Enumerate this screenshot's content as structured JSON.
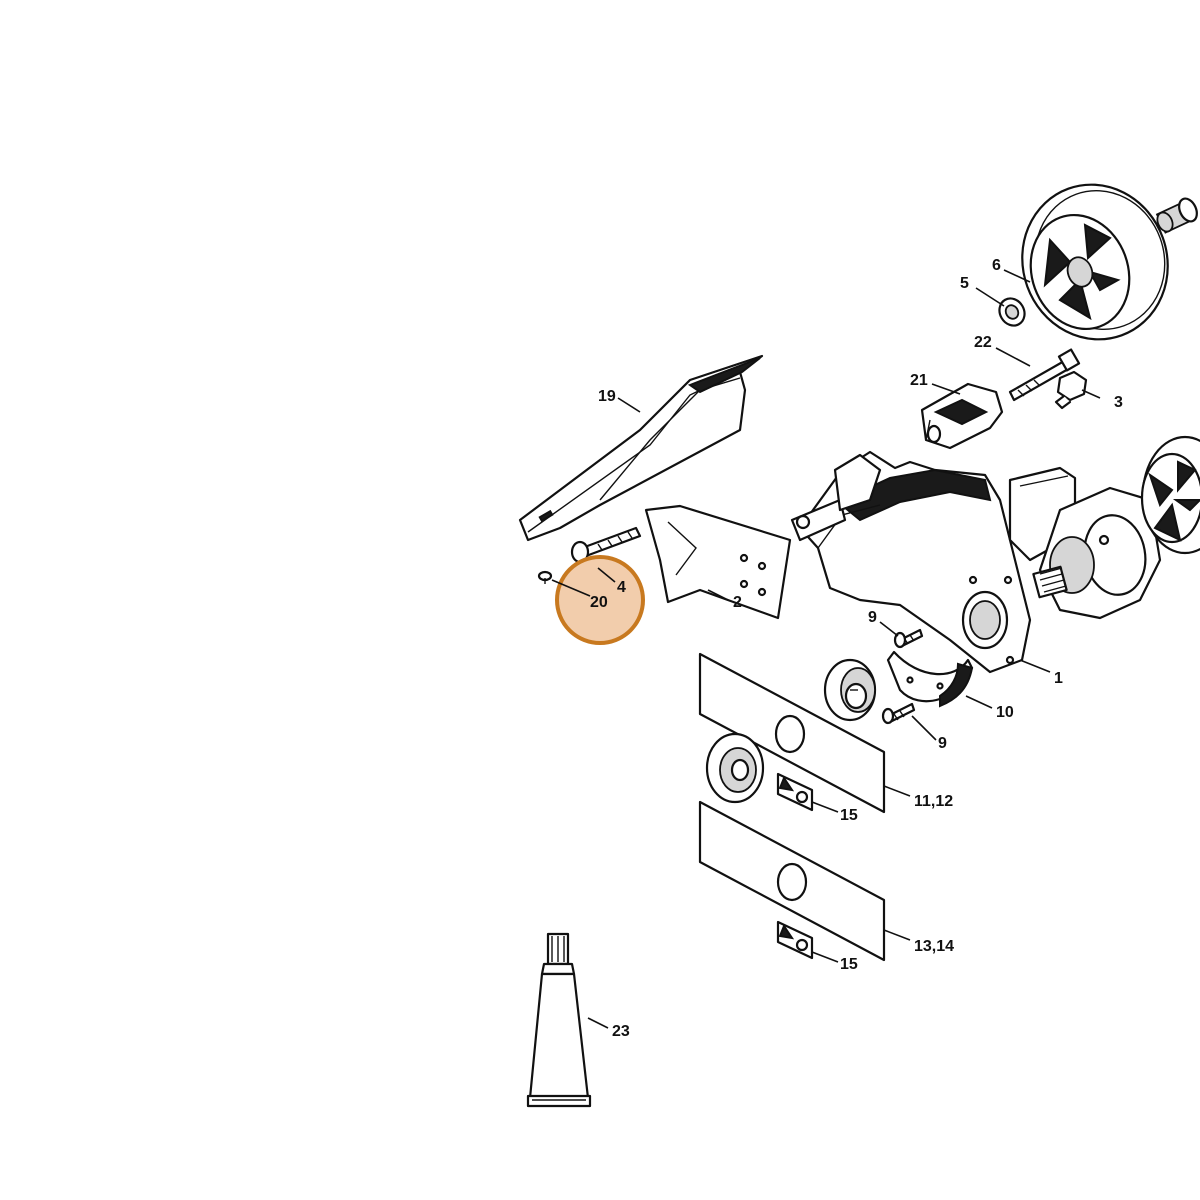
{
  "callouts": {
    "c1": "1",
    "c2": "2",
    "c3": "3",
    "c4": "4",
    "c5": "5",
    "c6": "6",
    "c9a": "9",
    "c9b": "9",
    "c10": "10",
    "c11_12": "11,12",
    "c13_14": "13,14",
    "c15a": "15",
    "c15b": "15",
    "c19": "19",
    "c20": "20",
    "c21": "21",
    "c22": "22",
    "c23": "23"
  },
  "highlight": {
    "color": "#e7a468",
    "border": "#c8791f",
    "target_part": "20"
  }
}
